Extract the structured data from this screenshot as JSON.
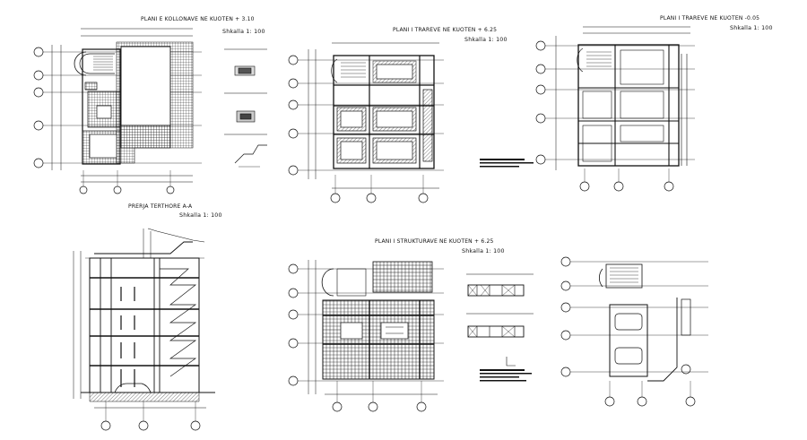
{
  "sheet": {
    "plans": {
      "column_plan": {
        "title": "PLANI E KOLLONAVE NE KUOTEN + 3.10",
        "scale": "Shkalla 1: 100"
      },
      "beam_plan_625": {
        "title": "PLANI I TRAREVE NE KUOTEN + 6.25",
        "scale": "Shkalla 1: 100"
      },
      "beam_plan_005": {
        "title": "PLANI I TRAREVE NE KUOTEN -0.05",
        "scale": "Shkalla 1: 100"
      },
      "section_aa": {
        "title": "PRERJA TERTHORE  A-A",
        "scale": "Shkalla 1: 100"
      },
      "structure_plan_625": {
        "title": "PLANI I STRUKTURAVE NE KUOTEN + 6.25",
        "scale": "Shkalla 1: 100"
      }
    }
  }
}
